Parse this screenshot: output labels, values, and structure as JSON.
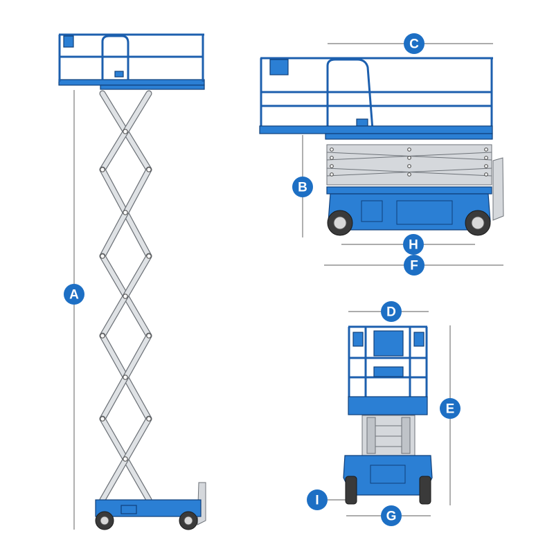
{
  "diagram": {
    "dimension_markers": [
      {
        "id": "A",
        "label": "A"
      },
      {
        "id": "B",
        "label": "B"
      },
      {
        "id": "C",
        "label": "C"
      },
      {
        "id": "D",
        "label": "D"
      },
      {
        "id": "E",
        "label": "E"
      },
      {
        "id": "F",
        "label": "F"
      },
      {
        "id": "G",
        "label": "G"
      },
      {
        "id": "H",
        "label": "H"
      },
      {
        "id": "I",
        "label": "I"
      }
    ],
    "colors": {
      "machine_blue": "#2b7fd4",
      "marker_blue": "#1d6fc4",
      "dimension_line": "#7a7a7a",
      "scissor_grey": "#d5d8dc"
    }
  }
}
